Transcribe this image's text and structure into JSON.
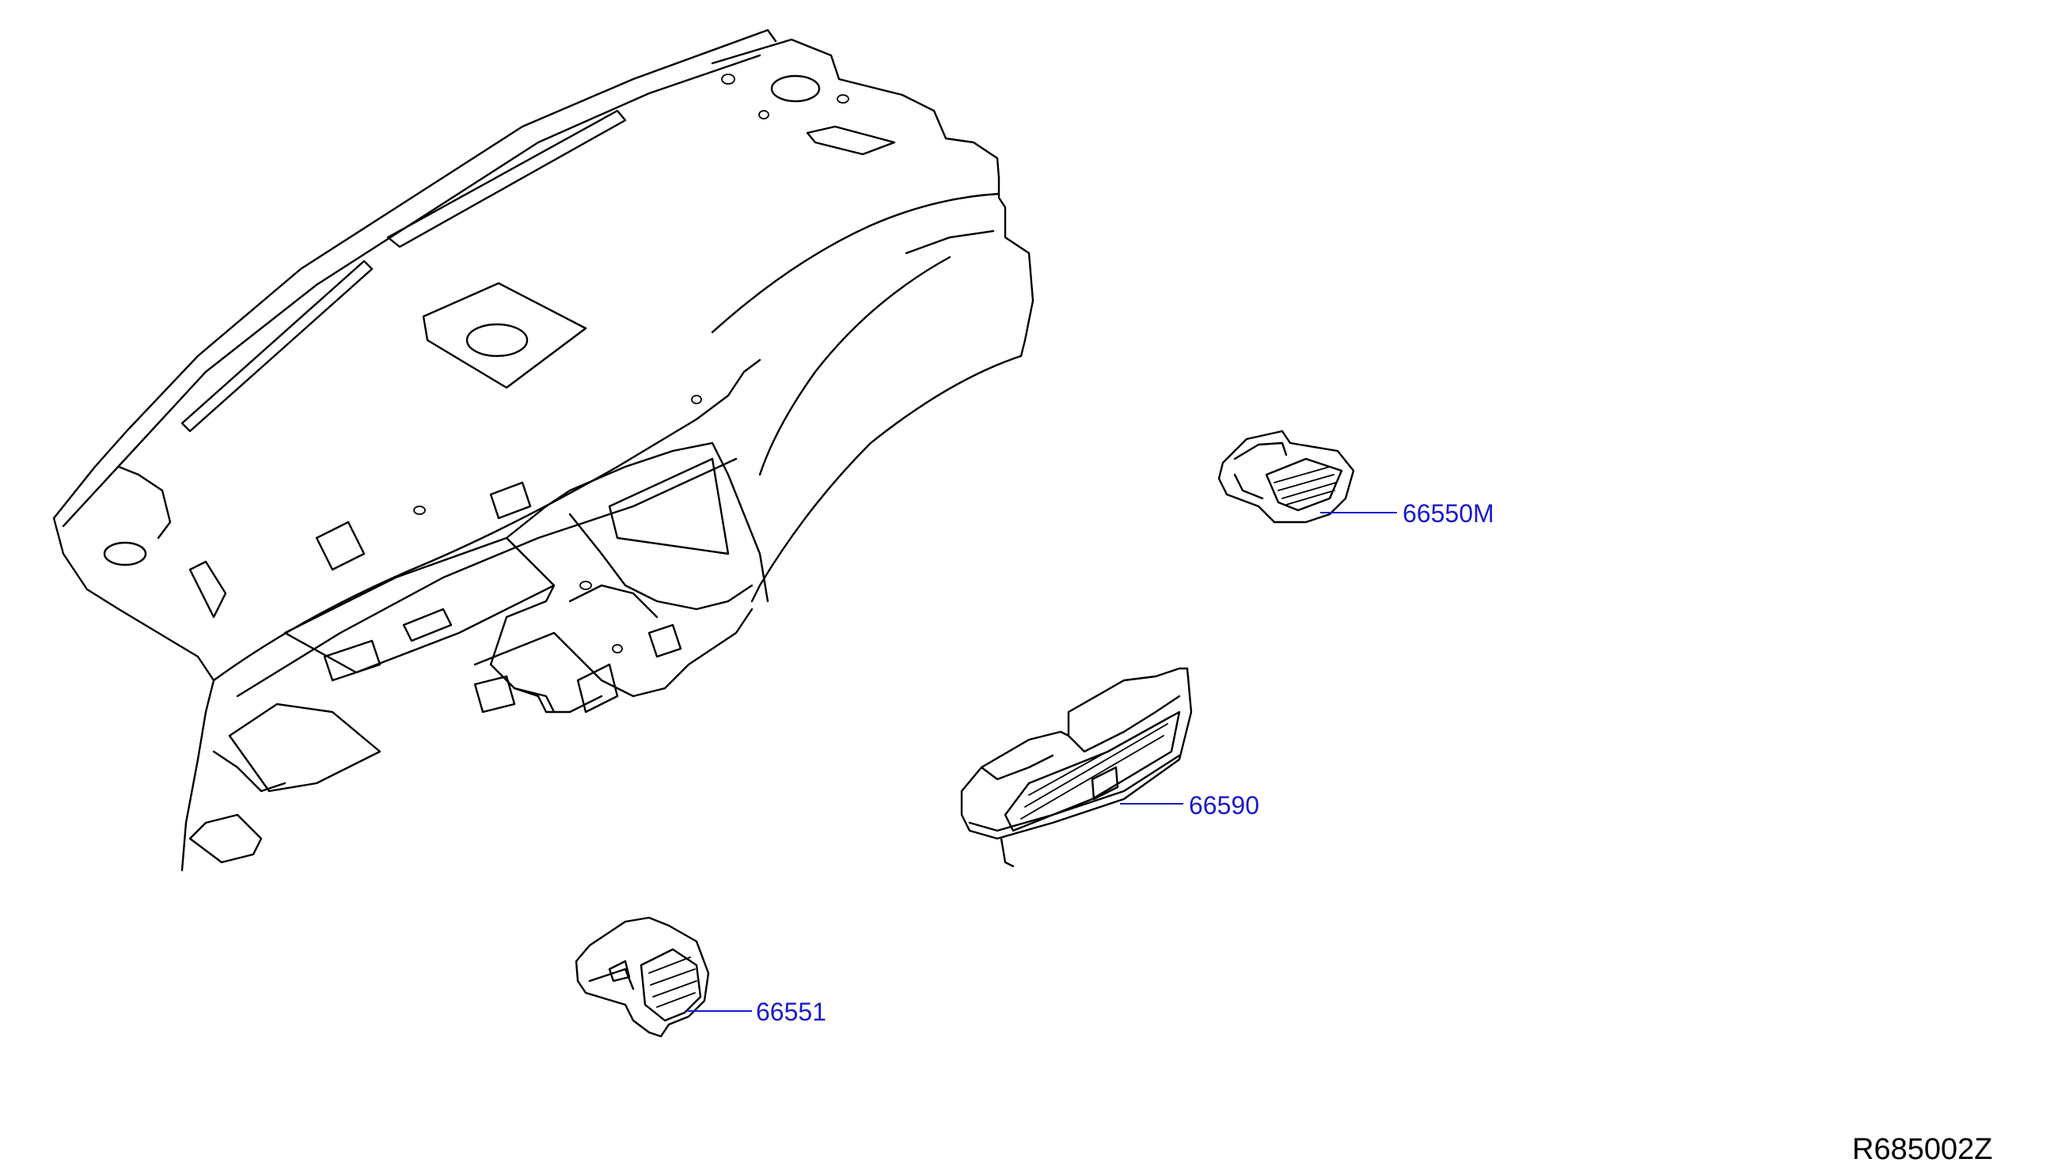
{
  "callouts": {
    "side_vent_right": "66550M",
    "center_vent": "66590",
    "side_vent_left": "66551"
  },
  "reference_code": "R685002Z",
  "colors": {
    "callout_text": "#1a1acc",
    "line_art": "#000000",
    "background": "#ffffff"
  }
}
